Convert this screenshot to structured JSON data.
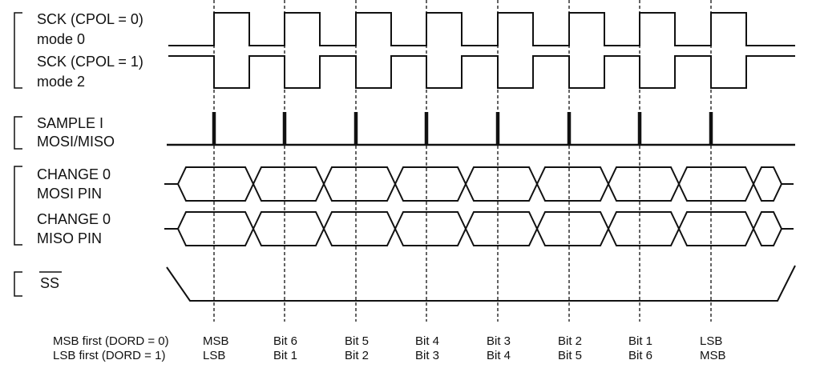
{
  "signal_labels": {
    "sck_mode0_line1": "SCK (CPOL = 0)",
    "sck_mode0_line2": "mode 0",
    "sck_mode2_line1": "SCK (CPOL = 1)",
    "sck_mode2_line2": "mode 2",
    "sample_line1": "SAMPLE I",
    "sample_line2": "MOSI/MISO",
    "change_mosi_line1": "CHANGE 0",
    "change_mosi_line2": "MOSI PIN",
    "change_miso_line1": "CHANGE 0",
    "change_miso_line2": "MISO PIN",
    "ss": "SS"
  },
  "bit_order": {
    "msb_first_label": "MSB first (DORD = 0)",
    "lsb_first_label": "LSB first (DORD = 1)",
    "msb_first": [
      "MSB",
      "Bit 6",
      "Bit 5",
      "Bit 4",
      "Bit 3",
      "Bit 2",
      "Bit 1",
      "LSB"
    ],
    "lsb_first": [
      "LSB",
      "Bit 1",
      "Bit 2",
      "Bit 3",
      "Bit 4",
      "Bit 5",
      "Bit 6",
      "MSB"
    ]
  },
  "colors": {
    "line": "#111111",
    "background": "#ffffff"
  }
}
